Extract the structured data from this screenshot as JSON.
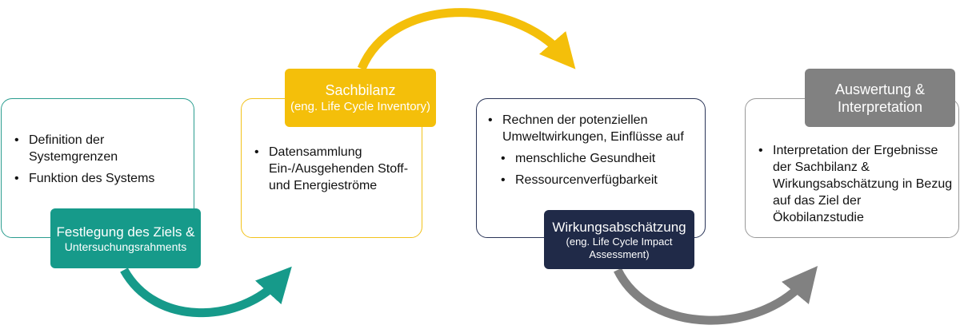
{
  "steps": [
    {
      "title": "Festlegung des Ziels &",
      "subtitle": "Untersuchungsrahments",
      "color": "#169a8a",
      "bullets": [
        "Definition der Systemgrenzen",
        "Funktion des Systems"
      ],
      "sub_bullets": []
    },
    {
      "title": "Sachbilanz",
      "subtitle": "(eng. Life Cycle Inventory)",
      "color": "#f4bf0a",
      "bullets": [
        "Datensammlung Ein-/Ausgehenden Stoff- und Energieströme"
      ],
      "sub_bullets": []
    },
    {
      "title": "Wirkungsabschätzung",
      "subtitle": "(eng. Life Cycle Impact Assessment)",
      "color": "#202a48",
      "bullets": [
        "Rechnen der potenziellen Umweltwirkungen, Einflüsse auf"
      ],
      "sub_bullets": [
        "menschliche Gesundheit",
        "Ressourcenverfügbarkeit"
      ]
    },
    {
      "title": "Auswertung & Interpretation",
      "subtitle": "",
      "color": "#818181",
      "bullets": [
        "Interpretation der Ergebnisse der Sachbilanz & Wirkungsabschätzung in Bezug auf das Ziel der Ökobilanzstudie"
      ],
      "sub_bullets": []
    }
  ],
  "arrow_colors": [
    "#169a8a",
    "#f4bf0a",
    "#818181"
  ]
}
